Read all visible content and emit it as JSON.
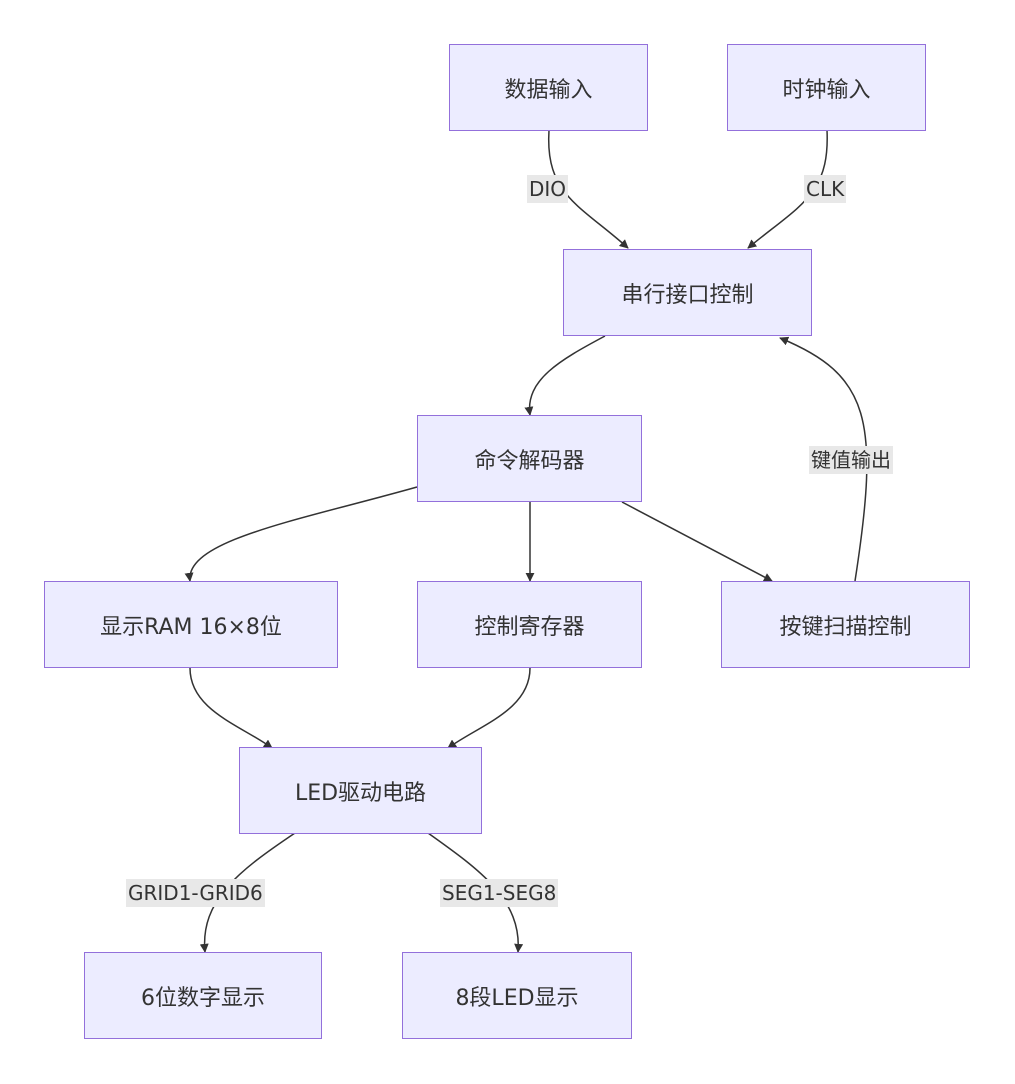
{
  "nodes": {
    "data_input": "数据输入",
    "clock_input": "时钟输入",
    "serial_ctrl": "串行接口控制",
    "cmd_decoder": "命令解码器",
    "display_ram": "显示RAM 16×8位",
    "ctrl_register": "控制寄存器",
    "key_scan": "按键扫描控制",
    "led_driver": "LED驱动电路",
    "digit_display": "6位数字显示",
    "segment_display": "8段LED显示"
  },
  "edge_labels": {
    "dio": "DIO",
    "clk": "CLK",
    "key_output": "键值输出",
    "grid": "GRID1-GRID6",
    "seg": "SEG1-SEG8"
  },
  "colors": {
    "node_fill": "#ececff",
    "node_border": "#9370db",
    "edge": "#333333",
    "label_bg": "#e8e8e8"
  }
}
